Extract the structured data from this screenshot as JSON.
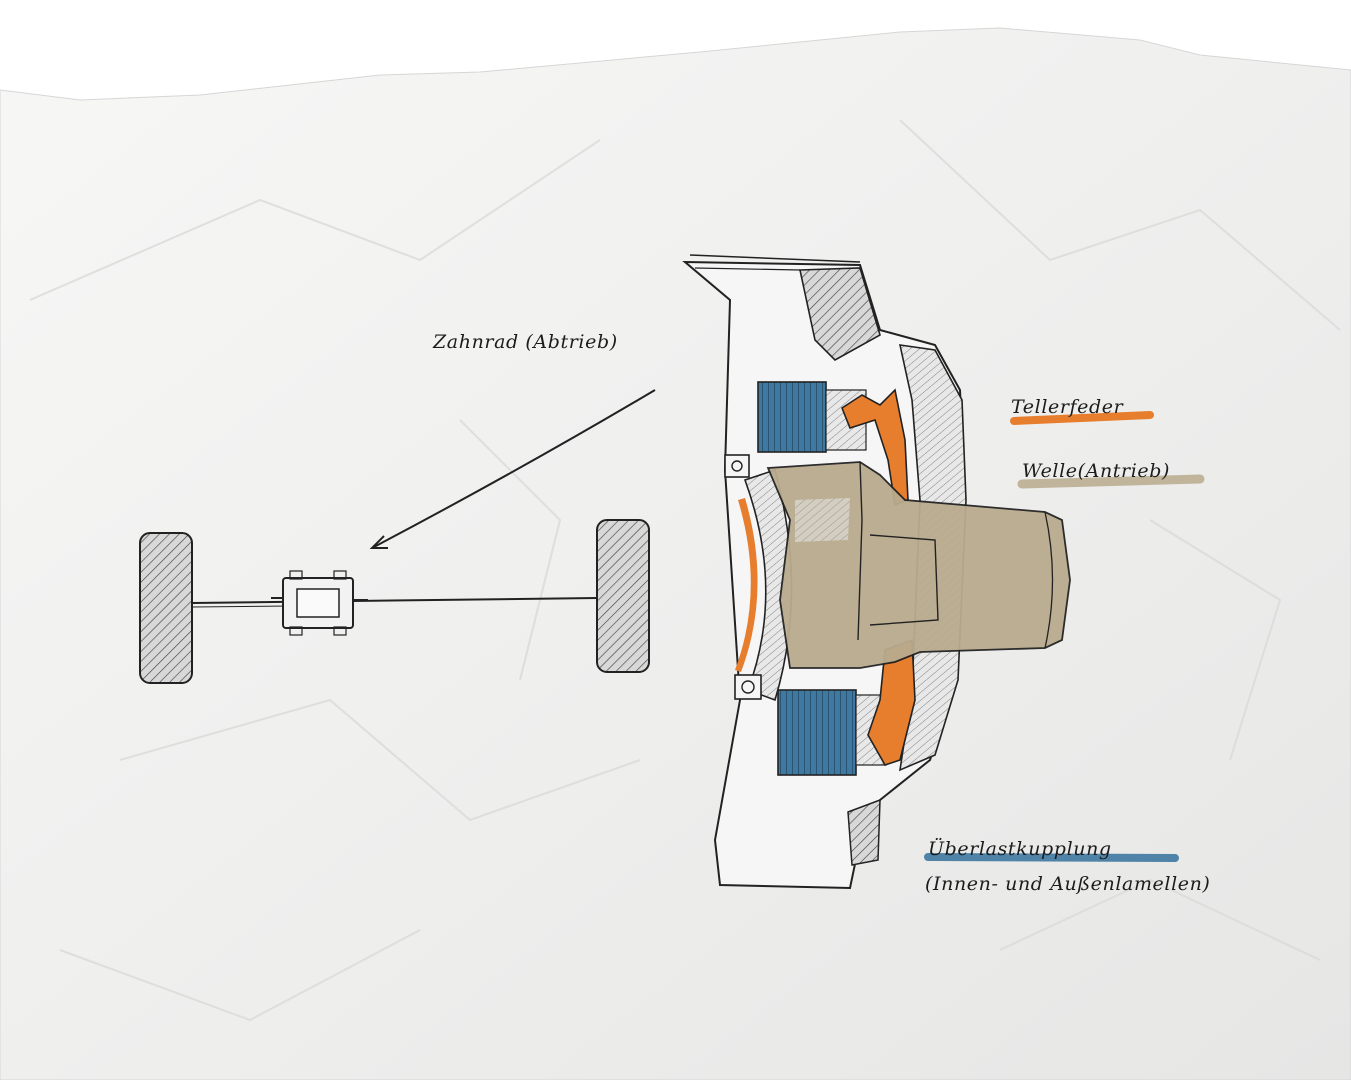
{
  "labels": {
    "zahnrad": "Zahnrad (Abtrieb)",
    "tellerfeder": "Tellerfeder",
    "welle": "Welle(Antrieb)",
    "ueberlast": "Überlastkupplung",
    "lamellen": "(Innen- und Außenlamellen)"
  },
  "colors": {
    "paper": "#f4f4f3",
    "ink": "#1c1c1c",
    "orange": "#e67e2e",
    "beige": "#b9ab8e",
    "blue": "#3f78a0",
    "gray": "#c9c9c9"
  }
}
